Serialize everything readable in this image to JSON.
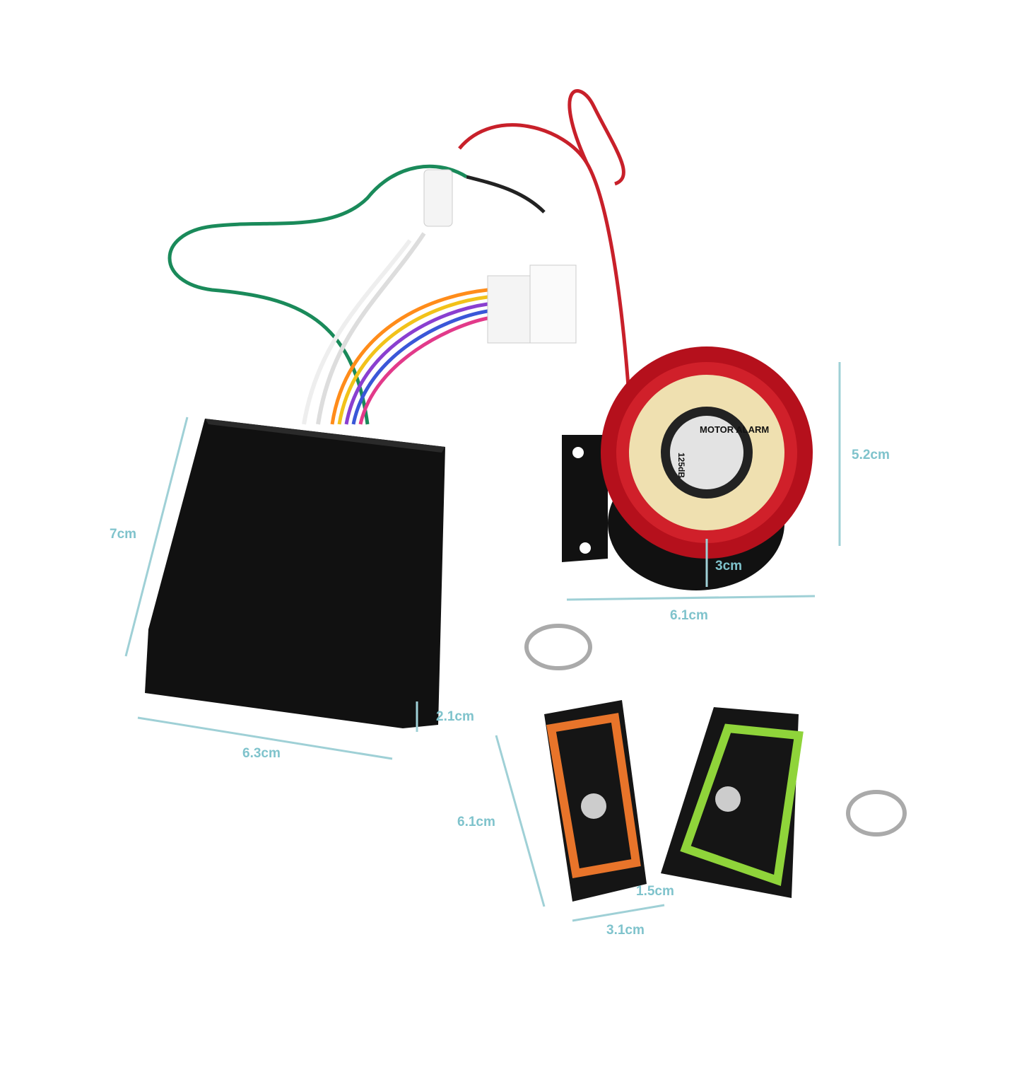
{
  "colors": {
    "dimension": "#7fc3cc",
    "control_box": "#141414",
    "siren_red": "#b5101c",
    "siren_face": "#efe0b0",
    "remote_orange": "#e8742a",
    "remote_green": "#8fd43a"
  },
  "control_box": {
    "height": "7cm",
    "width": "6.3cm",
    "depth": "2.1cm"
  },
  "siren": {
    "height": "5.2cm",
    "depth": "3cm",
    "width": "6.1cm",
    "label_text": "MOTOR ALARM",
    "rating": "125dB"
  },
  "remote": {
    "height": "6.1cm",
    "depth": "1.5cm",
    "width": "3.1cm"
  }
}
